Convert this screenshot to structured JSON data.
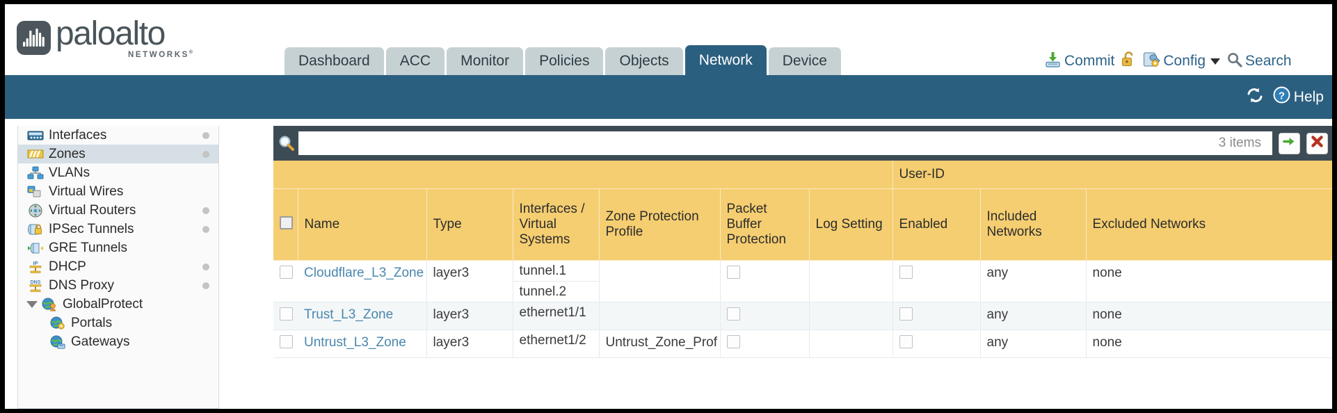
{
  "brand": {
    "name": "paloalto",
    "tagline": "NETWORKS",
    "registered": "®"
  },
  "nav": {
    "tabs": [
      {
        "label": "Dashboard",
        "active": false
      },
      {
        "label": "ACC",
        "active": false
      },
      {
        "label": "Monitor",
        "active": false
      },
      {
        "label": "Policies",
        "active": false
      },
      {
        "label": "Objects",
        "active": false
      },
      {
        "label": "Network",
        "active": true
      },
      {
        "label": "Device",
        "active": false
      }
    ],
    "actions": [
      {
        "label": "Commit",
        "icon": "commit-download-icon"
      },
      {
        "label": "",
        "icon": "lock-open-icon"
      },
      {
        "label": "Config",
        "icon": "config-wrench-icon",
        "caret": true
      },
      {
        "label": "Search",
        "icon": "search-magnifier-icon"
      }
    ]
  },
  "toolbar": {
    "refresh_label": "",
    "help_label": "Help"
  },
  "search": {
    "value": "",
    "placeholder": "",
    "item_count": "3 items",
    "apply_label": "",
    "clear_label": ""
  },
  "sidebar": {
    "items": [
      {
        "label": "Interfaces",
        "icon": "interfaces-icon",
        "selected": false,
        "dot": true,
        "child": false,
        "expander": false
      },
      {
        "label": "Zones",
        "icon": "zones-icon",
        "selected": true,
        "dot": true,
        "child": false,
        "expander": false
      },
      {
        "label": "VLANs",
        "icon": "vlans-icon",
        "selected": false,
        "dot": false,
        "child": false,
        "expander": false
      },
      {
        "label": "Virtual Wires",
        "icon": "virtual-wires-icon",
        "selected": false,
        "dot": false,
        "child": false,
        "expander": false
      },
      {
        "label": "Virtual Routers",
        "icon": "virtual-routers-icon",
        "selected": false,
        "dot": true,
        "child": false,
        "expander": false
      },
      {
        "label": "IPSec Tunnels",
        "icon": "ipsec-tunnels-icon",
        "selected": false,
        "dot": true,
        "child": false,
        "expander": false
      },
      {
        "label": "GRE Tunnels",
        "icon": "gre-tunnels-icon",
        "selected": false,
        "dot": false,
        "child": false,
        "expander": false
      },
      {
        "label": "DHCP",
        "icon": "dhcp-icon",
        "selected": false,
        "dot": true,
        "child": false,
        "expander": false
      },
      {
        "label": "DNS Proxy",
        "icon": "dns-proxy-icon",
        "selected": false,
        "dot": true,
        "child": false,
        "expander": false
      },
      {
        "label": "GlobalProtect",
        "icon": "globalprotect-icon",
        "selected": false,
        "dot": false,
        "child": false,
        "expander": true
      },
      {
        "label": "Portals",
        "icon": "portals-icon",
        "selected": false,
        "dot": false,
        "child": true,
        "expander": false
      },
      {
        "label": "Gateways",
        "icon": "gateways-icon",
        "selected": false,
        "dot": false,
        "child": true,
        "expander": false
      }
    ]
  },
  "table": {
    "group_header": "User-ID",
    "columns": [
      "Name",
      "Type",
      "Interfaces / Virtual Systems",
      "Zone Protection Profile",
      "Packet Buffer Protection",
      "Log Setting",
      "Enabled",
      "Included Networks",
      "Excluded Networks"
    ],
    "rows": [
      {
        "selected": false,
        "name": "Cloudflare_L3_Zone",
        "type": "layer3",
        "interfaces": [
          "tunnel.1",
          "tunnel.2"
        ],
        "zone_protection_profile": "",
        "packet_buffer_protection": false,
        "log_setting": "",
        "userid_enabled": false,
        "included_networks": "any",
        "excluded_networks": "none"
      },
      {
        "selected": false,
        "name": "Trust_L3_Zone",
        "type": "layer3",
        "interfaces": [
          "ethernet1/1"
        ],
        "zone_protection_profile": "",
        "packet_buffer_protection": false,
        "log_setting": "",
        "userid_enabled": false,
        "included_networks": "any",
        "excluded_networks": "none"
      },
      {
        "selected": false,
        "name": "Untrust_L3_Zone",
        "type": "layer3",
        "interfaces": [
          "ethernet1/2"
        ],
        "zone_protection_profile": "Untrust_Zone_Prof",
        "packet_buffer_protection": false,
        "log_setting": "",
        "userid_enabled": false,
        "included_networks": "any",
        "excluded_networks": "none"
      }
    ]
  },
  "colors": {
    "brand_blue": "#2b5f80",
    "header_amber": "#f5ce71",
    "group_amber": "#e0b248",
    "link_blue": "#4a87ad",
    "toolbar_slate": "#3d4b55"
  }
}
